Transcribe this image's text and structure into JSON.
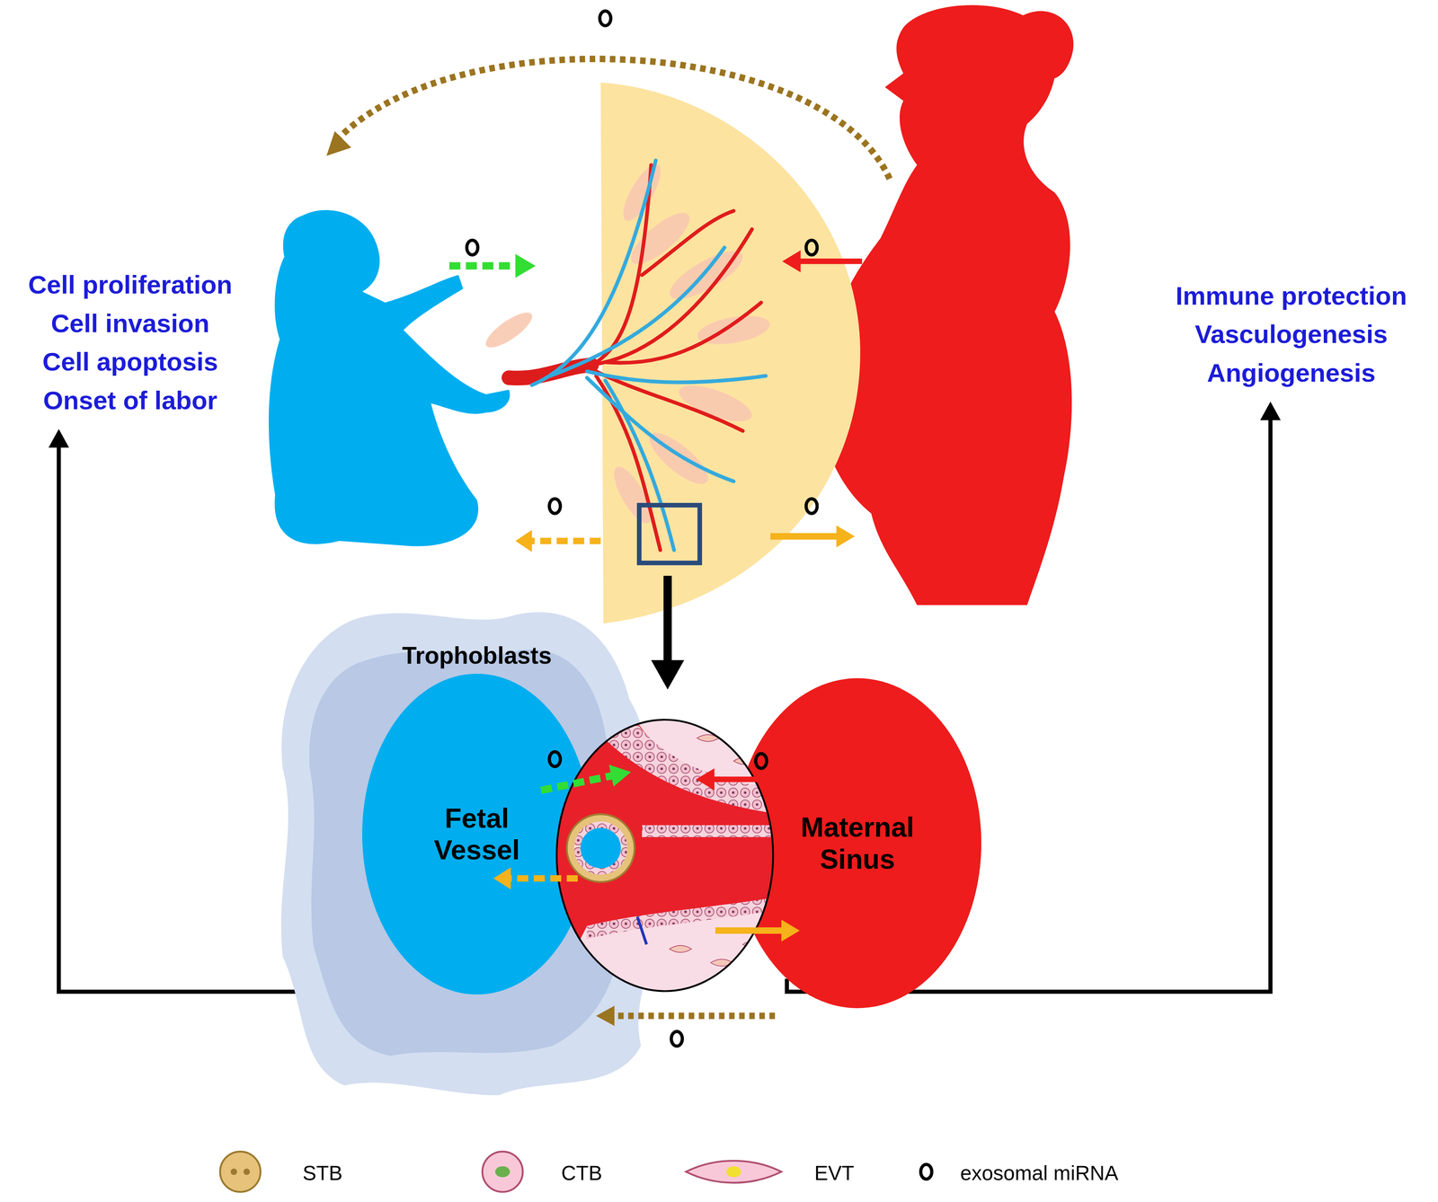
{
  "diagram": {
    "nodes": [
      {
        "text": [
          "Cell proliferation",
          "Cell invasion",
          "Cell apoptosis",
          "Onset of labor"
        ]
      },
      {
        "text": [
          "Immune protection",
          "Vasculogenesis",
          "Angiogenesis"
        ]
      },
      {
        "text": [
          "Trophoblasts"
        ]
      },
      {
        "text": [
          "Fetal Vessel"
        ],
        "in": 2
      },
      {
        "text": [
          "Maternal Sinus"
        ]
      }
    ],
    "edges": [
      {
        "from": 3,
        "to": 0,
        "arrow": "to"
      },
      {
        "from": 4,
        "to": 1,
        "arrow": "to"
      }
    ],
    "legend": [
      {
        "text": "STB"
      },
      {
        "text": "CTB"
      },
      {
        "text": "EVT"
      },
      {
        "text": "exosomal miRNA"
      }
    ]
  }
}
